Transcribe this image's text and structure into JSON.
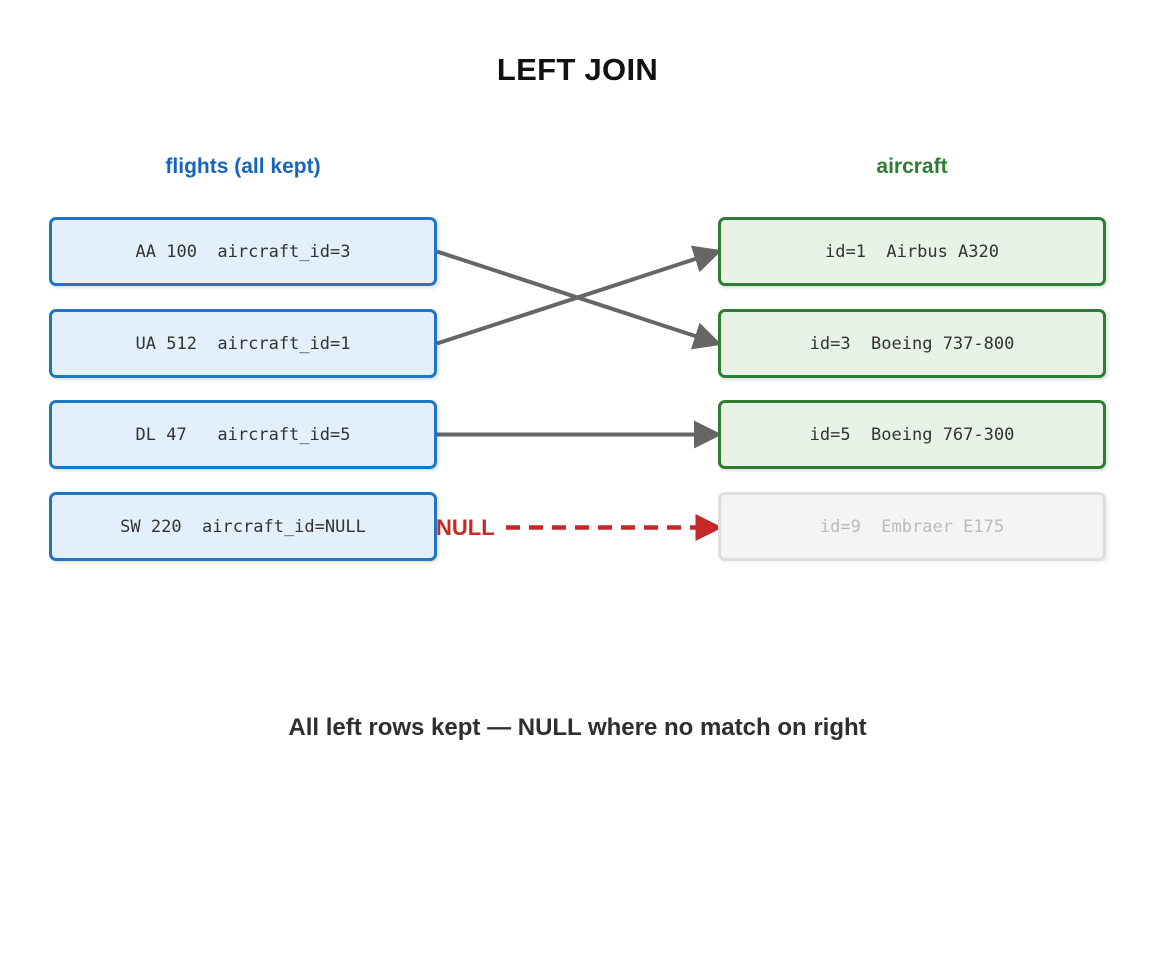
{
  "title": "LEFT JOIN",
  "columns": {
    "left_header": "flights (all kept)",
    "right_header": "aircraft"
  },
  "left_rows": [
    {
      "label": "AA 100  aircraft_id=3"
    },
    {
      "label": "UA 512  aircraft_id=1"
    },
    {
      "label": "DL 47   aircraft_id=5"
    },
    {
      "label": "SW 220  aircraft_id=NULL"
    }
  ],
  "right_rows": [
    {
      "label": "id=1  Airbus A320",
      "matched": true
    },
    {
      "label": "id=3  Boeing 737-800",
      "matched": true
    },
    {
      "label": "id=5  Boeing 767-300",
      "matched": true
    },
    {
      "label": "id=9  Embraer E175",
      "matched": false
    }
  ],
  "connections": [
    {
      "from_row": 0,
      "to_row": 1,
      "style": "solid"
    },
    {
      "from_row": 1,
      "to_row": 0,
      "style": "solid"
    },
    {
      "from_row": 2,
      "to_row": 2,
      "style": "solid"
    }
  ],
  "null_arrow": {
    "label": "NULL",
    "style": "dashed",
    "from_row": 3,
    "to_row": 3
  },
  "caption": "All left rows kept — NULL where no match on right",
  "colors": {
    "title": "#111111",
    "left_accent": "#1f77c4",
    "left_fill": "#e3f0fb",
    "left_header": "#1565c0",
    "right_accent": "#2f7d32",
    "right_fill": "#e7f3e7",
    "right_header": "#2e7d32",
    "faded_border": "#dedede",
    "faded_fill": "#f4f4f4",
    "faded_text": "#bbbbbb",
    "connector": "#666666",
    "null_red": "#c62828",
    "caption": "#2f2f2f"
  }
}
